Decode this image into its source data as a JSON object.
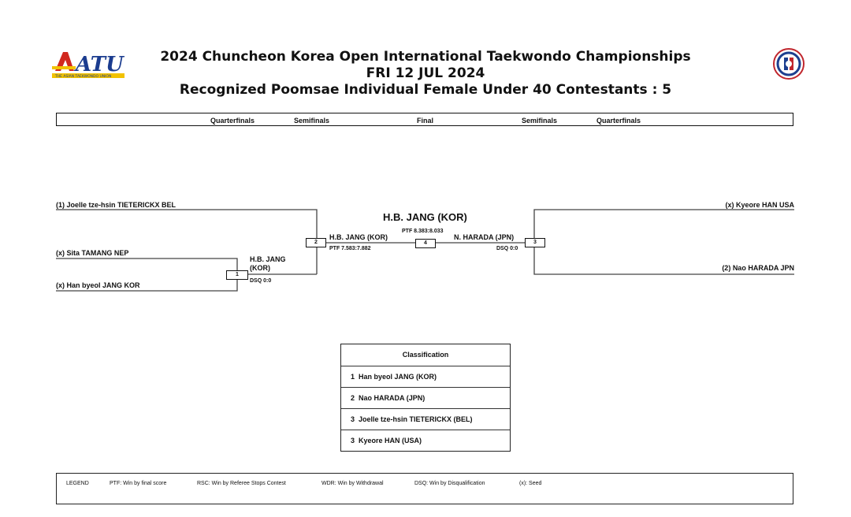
{
  "header": {
    "title_line1": "2024 Chuncheon Korea Open International Taekwondo Championships",
    "title_line2": "FRI 12 JUL 2024",
    "title_line3": "Recognized Poomsae Individual Female Under 40 Contestants : 5",
    "left_logo_text": "ATU",
    "left_logo_subtext": "THE ASIAN TAEKWONDO UNION"
  },
  "rounds_bar": [
    "Quarterfinals",
    "Semifinals",
    "Final",
    "Semifinals",
    "Quarterfinals"
  ],
  "bracket": {
    "left_top_entry": "(1) Joelle tze-hsin TIETERICKX BEL",
    "left_mid_entry": "(x) Sita TAMANG NEP",
    "left_bottom_entry": "(x) Han byeol JANG KOR",
    "match1": {
      "number": "1",
      "winner_line1": "H.B. JANG",
      "winner_line2": "(KOR)",
      "result": "DSQ 0:0"
    },
    "match2": {
      "number": "2",
      "winner": "H.B. JANG (KOR)",
      "result": "PTF 7.583:7.882"
    },
    "match3": {
      "number": "3",
      "winner": "N. HARADA (JPN)",
      "result": "DSQ 0:0"
    },
    "match4": {
      "number": "4",
      "result": "PTF 8.383:8.033"
    },
    "champion": "H.B. JANG (KOR)",
    "right_top_entry": "(x) Kyeore HAN USA",
    "right_bottom_entry": "(2) Nao HARADA JPN"
  },
  "classification": {
    "title": "Classification",
    "rows": [
      {
        "rank": "1",
        "name": "Han byeol JANG (KOR)"
      },
      {
        "rank": "2",
        "name": "Nao HARADA (JPN)"
      },
      {
        "rank": "3",
        "name": "Joelle tze-hsin TIETERICKX (BEL)"
      },
      {
        "rank": "3",
        "name": "Kyeore HAN (USA)"
      }
    ]
  },
  "legend": {
    "label": "LEGEND",
    "items": [
      "PTF: Win by final score",
      "RSC: Win by Referee Stops Contest",
      "WDR: Win by Withdrawal",
      "DSQ: Win by Disqualification",
      "(x): Seed"
    ]
  }
}
